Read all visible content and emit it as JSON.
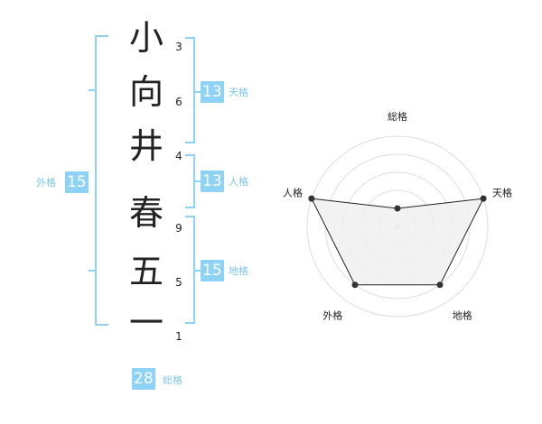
{
  "name_characters": [
    {
      "char": "小",
      "strokes": "3"
    },
    {
      "char": "向",
      "strokes": "6"
    },
    {
      "char": "井",
      "strokes": "4"
    },
    {
      "char": "春",
      "strokes": "9"
    },
    {
      "char": "五",
      "strokes": "5"
    },
    {
      "char": "一",
      "strokes": "1"
    }
  ],
  "fortunes": {
    "tenkaku": {
      "value": "13",
      "label": "天格"
    },
    "jinkaku": {
      "value": "13",
      "label": "人格"
    },
    "chikaku": {
      "value": "15",
      "label": "地格"
    },
    "gaikaku": {
      "value": "15",
      "label": "外格"
    },
    "soukaku": {
      "value": "28",
      "label": "総格"
    }
  },
  "colors": {
    "accent": "#8ed2f5",
    "accent_text": "#7bc6ee",
    "radar_fill": "#f0f0f0",
    "radar_line": "#222222",
    "grid": "#dddddd"
  },
  "chart_data": {
    "type": "radar",
    "axes": [
      "総格",
      "天格",
      "地格",
      "外格",
      "人格"
    ],
    "values": [
      1,
      5,
      4,
      4,
      5
    ],
    "range": [
      0,
      5
    ],
    "grid_levels": 5
  }
}
